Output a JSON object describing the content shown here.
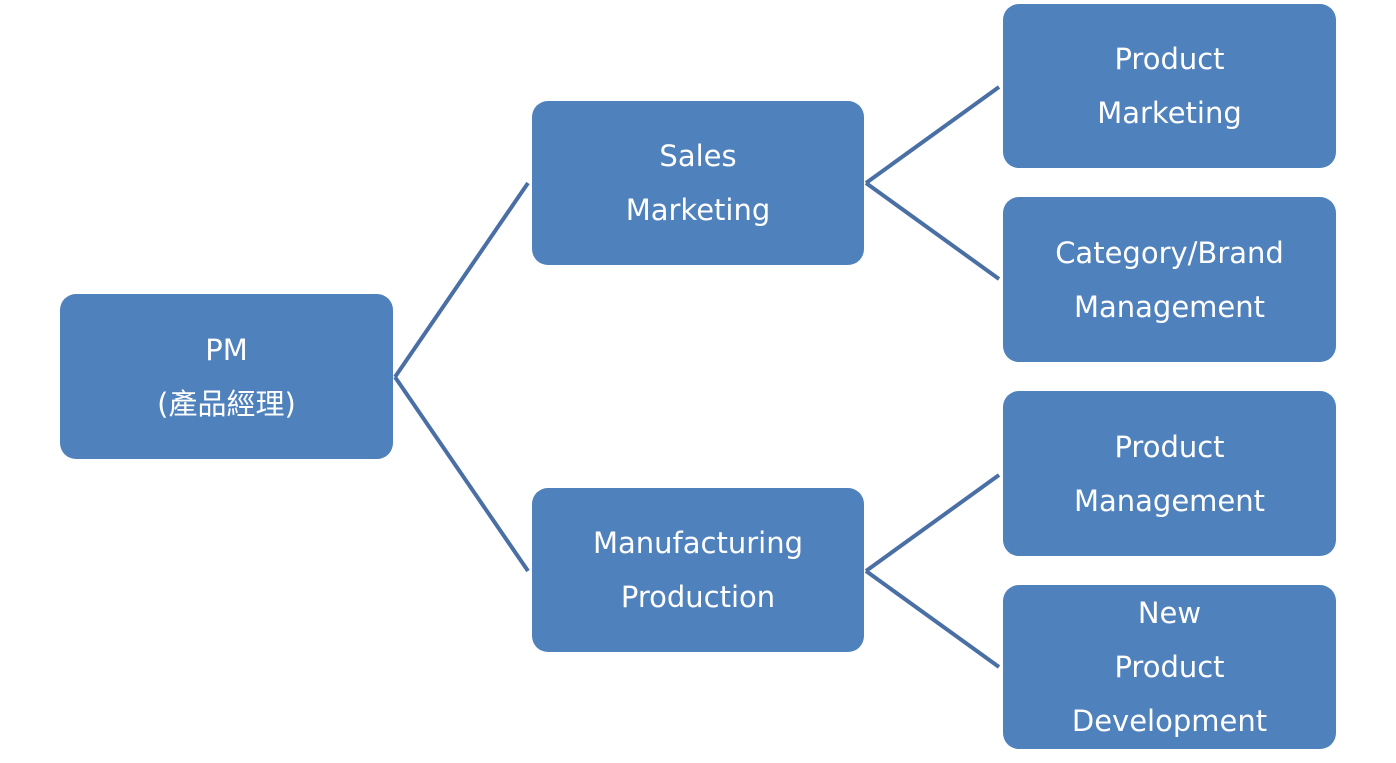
{
  "colors": {
    "node_fill": "#4f81bd",
    "connector": "#4a6fa5",
    "text": "#ffffff",
    "background": "#ffffff"
  },
  "root": {
    "lines": [
      "PM",
      "(產品經理)"
    ]
  },
  "level1": [
    {
      "id": "sales",
      "lines": [
        "Sales",
        "Marketing"
      ]
    },
    {
      "id": "manufacturing",
      "lines": [
        "Manufacturing",
        "Production"
      ]
    }
  ],
  "level2": [
    {
      "parent": "sales",
      "lines": [
        "Product",
        "Marketing"
      ]
    },
    {
      "parent": "sales",
      "lines": [
        "Category/Brand",
        "Management"
      ]
    },
    {
      "parent": "manufacturing",
      "lines": [
        "Product",
        "Management"
      ]
    },
    {
      "parent": "manufacturing",
      "lines": [
        "New",
        "Product",
        "Development"
      ]
    }
  ]
}
